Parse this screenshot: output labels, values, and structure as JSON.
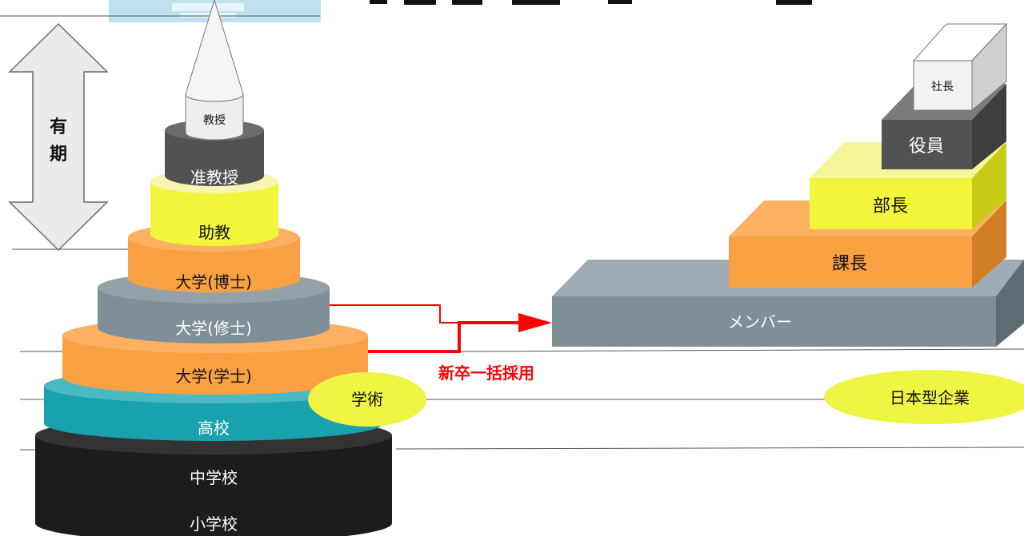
{
  "diagram": {
    "left_section": {
      "label": "学術",
      "bracket_label": "有期",
      "tiers": [
        {
          "id": "kyoju",
          "label": "教授"
        },
        {
          "id": "junkyoju",
          "label": "准教授"
        },
        {
          "id": "jokyo",
          "label": "助教"
        },
        {
          "id": "hakushi",
          "label": "大学(博士)"
        },
        {
          "id": "shushi",
          "label": "大学(修士)"
        },
        {
          "id": "gakushi",
          "label": "大学(学士)"
        },
        {
          "id": "koko",
          "label": "高校"
        },
        {
          "id": "chugakko",
          "label": "中学校"
        },
        {
          "id": "shogakko",
          "label": "小学校"
        }
      ]
    },
    "right_section": {
      "label": "日本型企業",
      "tiers": [
        {
          "id": "shacho",
          "label": "社長"
        },
        {
          "id": "yakuin",
          "label": "役員"
        },
        {
          "id": "bucho",
          "label": "部長"
        },
        {
          "id": "kacho",
          "label": "課長"
        },
        {
          "id": "member",
          "label": "メンバー"
        }
      ]
    },
    "connector_label": "新卒一括採用"
  },
  "colors": {
    "orange": "#f9a142",
    "gray_blue": "#7f8e97",
    "teal": "#17a2ad",
    "black": "#1c1c1c",
    "yellow": "#f3f53a",
    "dark_gray": "#525252",
    "light_gray": "#eeeeee",
    "red": "#ff0000",
    "label_ellipse": "#eef542"
  }
}
